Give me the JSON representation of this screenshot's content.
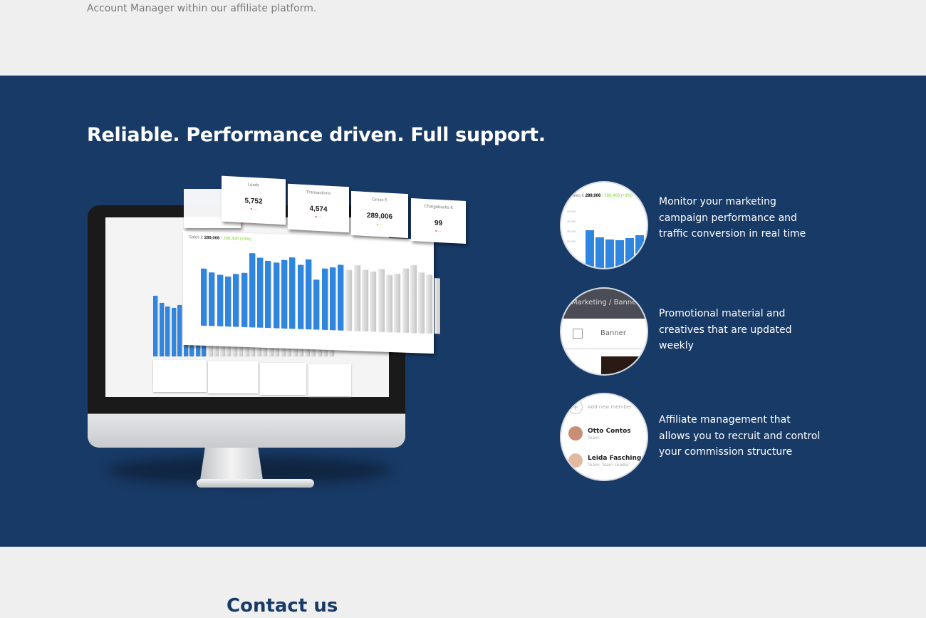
{
  "intro": {
    "text": "Account Manager within our affiliate platform."
  },
  "hero": {
    "title": "Reliable. Performance driven. Full support."
  },
  "dashboard": {
    "cards": [
      {
        "label": "Leads",
        "value": "5,752"
      },
      {
        "label": "Transactions",
        "value": "4,574"
      },
      {
        "label": "Gross €",
        "value": "289,006"
      },
      {
        "label": "Chargebacks €",
        "value": "99"
      }
    ],
    "chart_label": "Sales €",
    "chart_value": "289,006",
    "chart_compare": "/ 266,406 (+3%)"
  },
  "features": [
    {
      "text": "Monitor your marketing campaign performance and traffic conversion in real time",
      "preview": {
        "label": "Sales €",
        "value": "289,006",
        "compare": "/ 266,406 (+3%)",
        "ticks": [
          "45,000",
          "40,000",
          "35,000",
          "30,000"
        ]
      }
    },
    {
      "text": "Promotional material and creatives that are updated weekly",
      "preview": {
        "breadcrumb": "Marketing / Banner",
        "column": "Banner"
      }
    },
    {
      "text": "Affiliate management that allows you to recruit and control your commission structure",
      "preview": {
        "add": "Add new member",
        "members": [
          {
            "name": "Otto Contos",
            "role": "Team:"
          },
          {
            "name": "Leida Fasching",
            "role": "Team: Team Leader"
          }
        ]
      }
    }
  ],
  "contact": {
    "title": "Contact us"
  },
  "colors": {
    "navy": "#183a66",
    "blue": "#2f86e0",
    "up": "#7bd32c",
    "down": "#e0323c"
  }
}
